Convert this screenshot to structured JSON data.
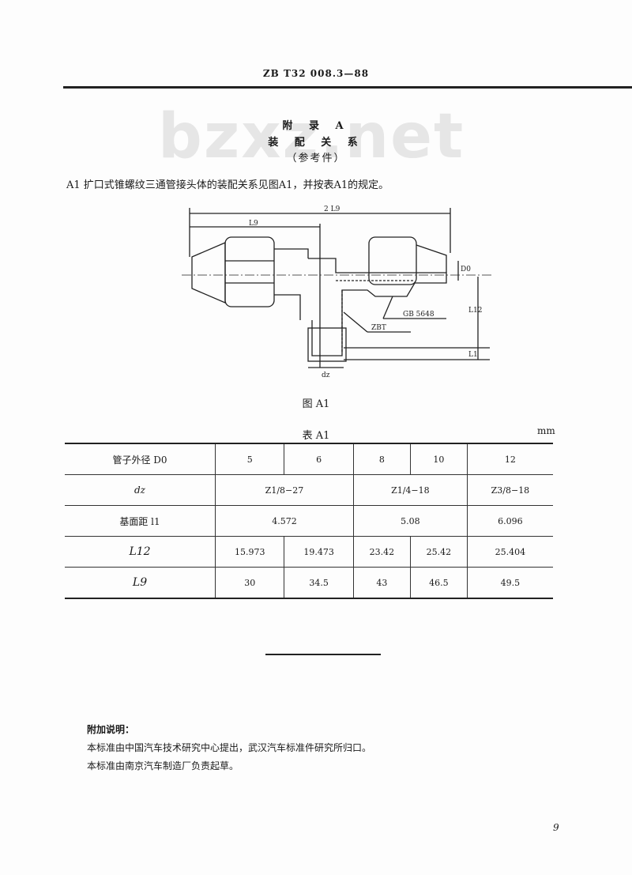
{
  "header": "ZB T32 008.3—88",
  "watermark": "bzxz.net",
  "appendix": {
    "title": "附 录 A",
    "subtitle": "装 配 关 系",
    "note": "（参考件）"
  },
  "intro": "A1  扩口式锥螺纹三通管接头体的装配关系见图A1，并按表A1的规定。",
  "figure": {
    "caption": "图 A1",
    "labels": {
      "two_l9": "2 L9",
      "l9": "L9",
      "d0": "D0",
      "l12": "L12",
      "l1": "L1",
      "gb": "GB 5648",
      "zbt": "ZBT",
      "dz": "dz"
    }
  },
  "table": {
    "caption": "表 A1",
    "unit": "mm",
    "rows": [
      {
        "label": "管子外径 D0",
        "cells": [
          "5",
          "6",
          "8",
          "10",
          "12"
        ]
      },
      {
        "label": "dz",
        "cells": [
          "Z1/8−27",
          "Z1/4−18",
          "Z3/8−18"
        ]
      },
      {
        "label": "基面距 l1",
        "cells": [
          "4.572",
          "5.08",
          "6.096"
        ]
      },
      {
        "label": "L12",
        "cells": [
          "15.973",
          "19.473",
          "23.42",
          "25.42",
          "25.404"
        ]
      },
      {
        "label": "L9",
        "cells": [
          "30",
          "34.5",
          "43",
          "46.5",
          "49.5"
        ]
      }
    ]
  },
  "notes": {
    "heading": "附加说明：",
    "line1": "本标准由中国汽车技术研究中心提出，武汉汽车标准件研究所归口。",
    "line2": "本标准由南京汽车制造厂负责起草。"
  },
  "page_number": "9"
}
